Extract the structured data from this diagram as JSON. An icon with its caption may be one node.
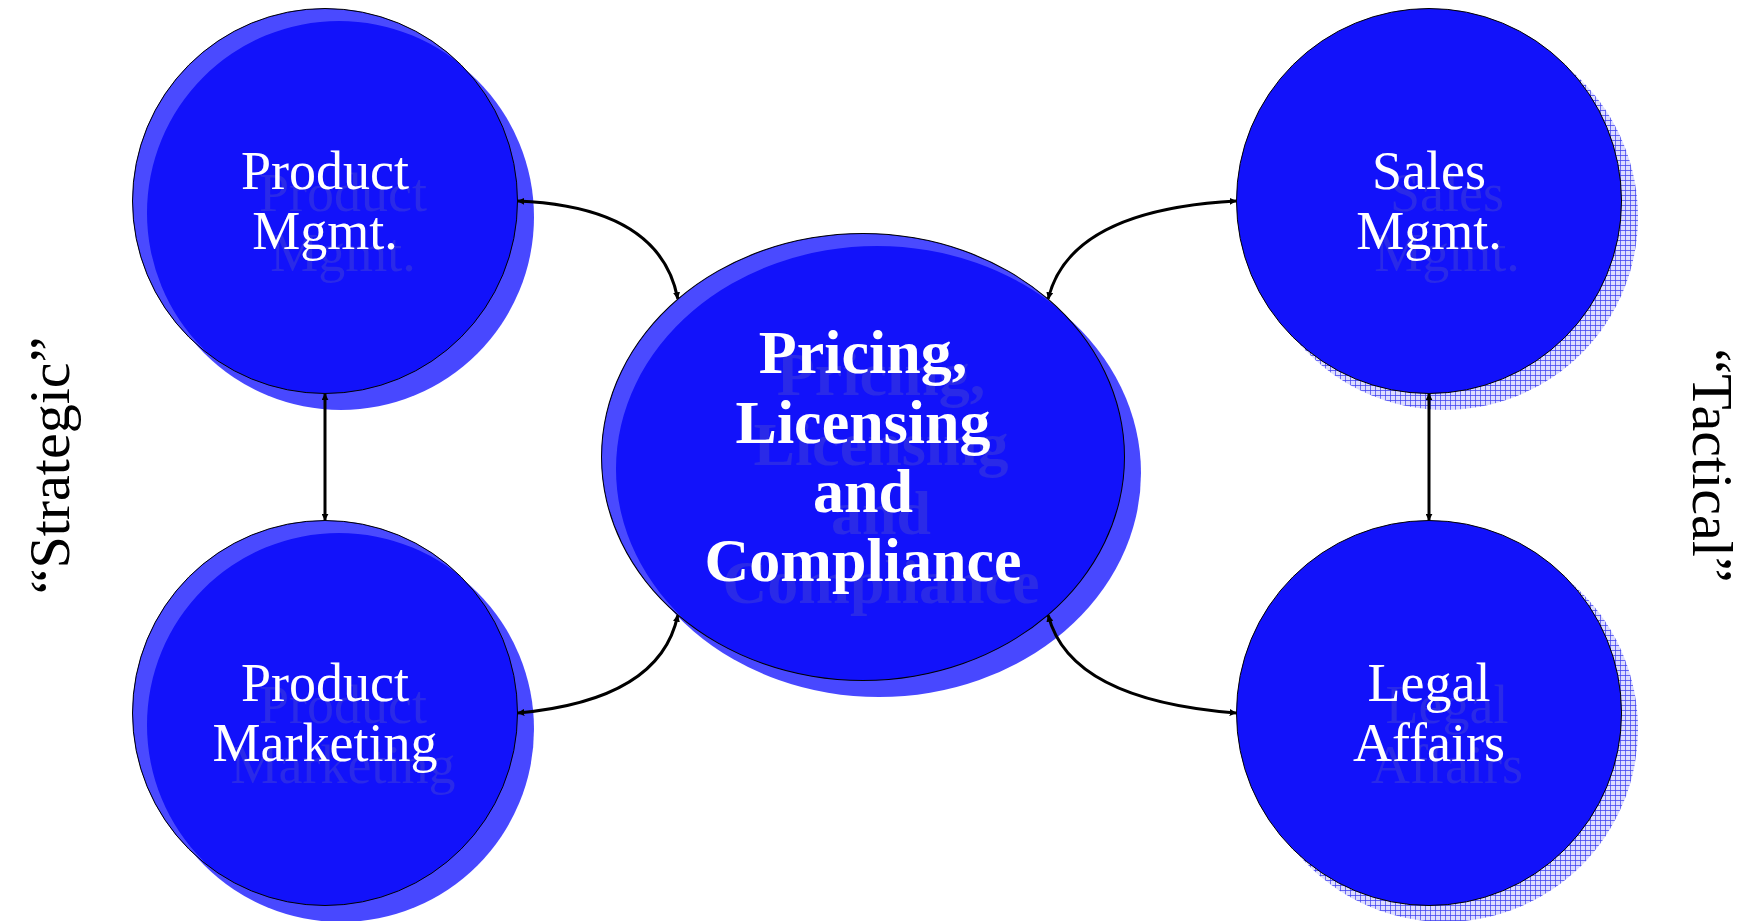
{
  "diagram": {
    "nodes": [
      {
        "text": [
          "Product Mgmt."
        ]
      },
      {
        "text": [
          "Product Marketing"
        ]
      },
      {
        "text": [
          "Pricing, Licensing and Compliance"
        ]
      },
      {
        "text": [
          "Sales Mgmt."
        ]
      },
      {
        "text": [
          "Legal Affairs"
        ]
      }
    ],
    "edges": [
      {
        "from": 0,
        "to": 2,
        "arrow": "both"
      },
      {
        "from": 0,
        "to": 1,
        "arrow": "both"
      },
      {
        "from": 1,
        "to": 2,
        "arrow": "both"
      },
      {
        "from": 2,
        "to": 3,
        "arrow": "both"
      },
      {
        "from": 3,
        "to": 4,
        "arrow": "both"
      },
      {
        "from": 2,
        "to": 4,
        "arrow": "both"
      }
    ],
    "labels": [
      "“Strategic”",
      "“Tactical”"
    ]
  }
}
